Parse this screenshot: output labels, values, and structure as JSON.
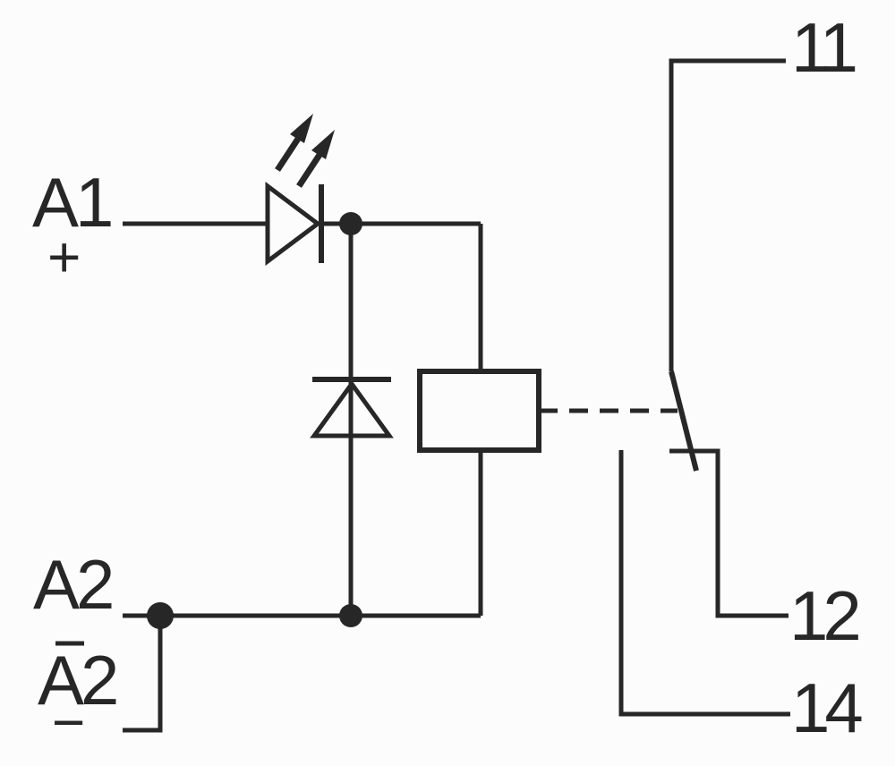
{
  "colors": {
    "line": "#272727",
    "background": "#fcfcfc"
  },
  "labels": {
    "a1": "A1",
    "a1_polarity": "+",
    "a2": "A2",
    "a2_inverted": "A2",
    "a2_inverted_polarity": "−",
    "t11": "11",
    "t12": "12",
    "t14": "14"
  },
  "components": {
    "led": "led-indicator",
    "diode": "freewheel-diode",
    "coil": "relay-coil",
    "contact": "changeover-contact",
    "link": "mechanical-link"
  }
}
